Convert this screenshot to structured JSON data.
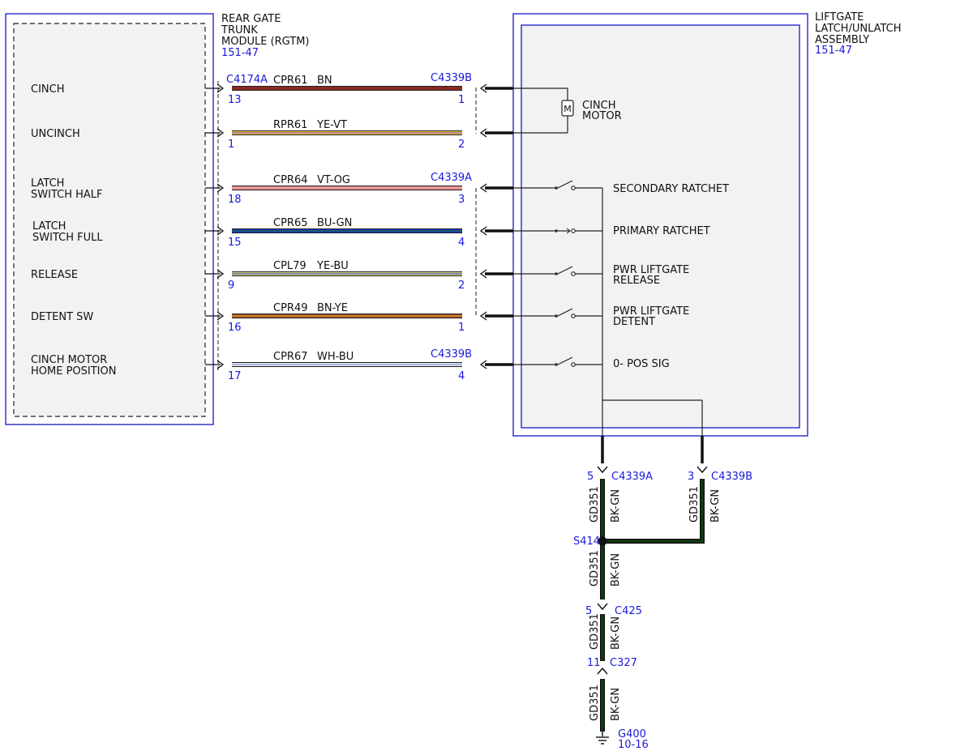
{
  "colors": {
    "module_border": "#3535d0",
    "module_fill": "#f2f2f2",
    "connector_text": "#1a1adc",
    "wire_outline": "#222222"
  },
  "rgtm": {
    "title": [
      "REAR GATE",
      "TRUNK",
      "MODULE (RGTM)"
    ],
    "ref": "151-47",
    "connector": "C4174A"
  },
  "liftgate": {
    "title": [
      "LIFTGATE",
      "LATCH/UNLATCH",
      "ASSEMBLY"
    ],
    "ref": "151-47"
  },
  "signals": [
    {
      "label": [
        "CINCH"
      ],
      "pin": "13",
      "circuit": "CPR61",
      "color_code": "BN",
      "colors": [
        "#8b2a1f"
      ],
      "far_connector": "C4339B",
      "far_pin": "1",
      "device": "CINCH MOTOR"
    },
    {
      "label": [
        "UNCINCH"
      ],
      "pin": "1",
      "circuit": "RPR61",
      "color_code": "YE-VT",
      "colors": [
        "#e8c23a",
        "#9a5fc0"
      ],
      "far_connector": "",
      "far_pin": "2",
      "device": ""
    },
    {
      "label": [
        "LATCH",
        "SWITCH HALF"
      ],
      "pin": "18",
      "circuit": "CPR64",
      "color_code": "VT-OG",
      "colors": [
        "#e38aa8",
        "#f0a36a"
      ],
      "far_connector": "C4339A",
      "far_pin": "3",
      "device": "SECONDARY RATCHET"
    },
    {
      "label": [
        "LATCH",
        "SWITCH FULL"
      ],
      "pin": "15",
      "circuit": "CPR65",
      "color_code": "BU-GN",
      "colors": [
        "#1a2dcf",
        "#1f7a2e"
      ],
      "far_connector": "",
      "far_pin": "4",
      "device": "PRIMARY RATCHET"
    },
    {
      "label": [
        "RELEASE"
      ],
      "pin": "9",
      "circuit": "CPL79",
      "color_code": "YE-BU",
      "colors": [
        "#d8d27a",
        "#3f5fd0"
      ],
      "far_connector": "",
      "far_pin": "2",
      "device": "PWR LIFTGATE RELEASE"
    },
    {
      "label": [
        "DETENT SW"
      ],
      "pin": "16",
      "circuit": "CPR49",
      "color_code": "BN-YE",
      "colors": [
        "#9b4a1f",
        "#e8a23a"
      ],
      "far_connector": "",
      "far_pin": "1",
      "device": "PWR LIFTGATE DETENT"
    },
    {
      "label": [
        "CINCH MOTOR",
        "HOME POSITION"
      ],
      "pin": "17",
      "circuit": "CPR67",
      "color_code": "WH-BU",
      "colors": [
        "#e8e8f2",
        "#8a9ad8"
      ],
      "far_connector": "C4339B",
      "far_pin": "4",
      "device": "0- POS SIG"
    }
  ],
  "motor_symbol": "M",
  "devices": {
    "cinch_motor": [
      "CINCH",
      "MOTOR"
    ],
    "switches": [
      [
        "SECONDARY RATCHET"
      ],
      [
        "PRIMARY RATCHET"
      ],
      [
        "PWR LIFTGATE",
        "RELEASE"
      ],
      [
        "PWR LIFTGATE",
        "DETENT"
      ],
      [
        "0- POS SIG"
      ]
    ]
  },
  "ground": {
    "circuit": "GD351",
    "color_code": "BK-GN",
    "wire_colors": [
      "#0f3d14",
      "#111111"
    ],
    "left_connector": "C4339A",
    "left_pin": "5",
    "right_connector": "C4339B",
    "right_pin": "3",
    "splice": "S414",
    "inline1_pin": "5",
    "inline1_connector": "C425",
    "inline2_pin": "11",
    "inline2_connector": "C327",
    "ground_point": "G400",
    "ground_ref": "10-16"
  }
}
